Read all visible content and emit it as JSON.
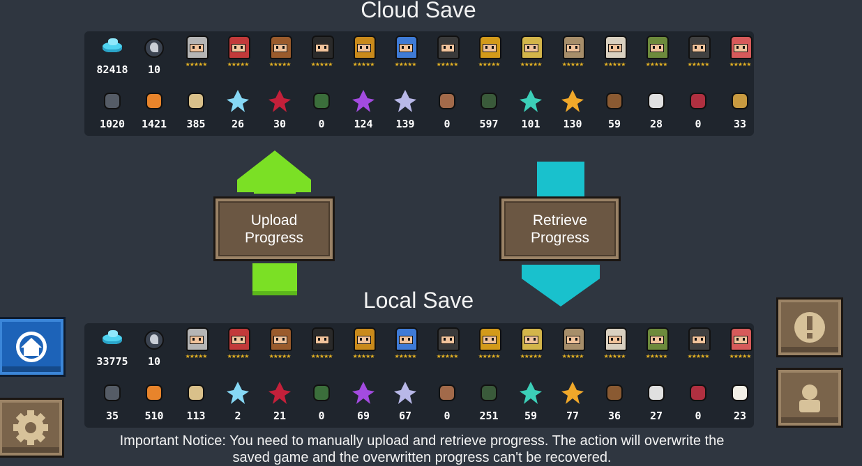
{
  "cloud_title": "Cloud Save",
  "local_title": "Local Save",
  "upload_label_1": "Upload",
  "upload_label_2": "Progress",
  "retrieve_label_1": "Retrieve",
  "retrieve_label_2": "Progress",
  "notice_line_1": "Important Notice: You need to manually upload and retrieve progress. The action will overwrite the",
  "notice_line_2": "saved game and the overwritten progress can't be recovered.",
  "stars_text": "★★★★★",
  "colors": {
    "upload_arrow": "#7be025",
    "retrieve_arrow": "#19c1cd",
    "panel": "#1f252d",
    "background": "#2f3640"
  },
  "heroes": [
    {
      "name": "knight",
      "helm": "#b5b5b5"
    },
    {
      "name": "rogue",
      "helm": "#c23a3a"
    },
    {
      "name": "wizard",
      "helm": "#9a5b2c"
    },
    {
      "name": "assassin",
      "helm": "#2a2a2a"
    },
    {
      "name": "engineer",
      "helm": "#c98a1b"
    },
    {
      "name": "alchemist",
      "helm": "#3f7bd6"
    },
    {
      "name": "vampire",
      "helm": "#3a3a3a"
    },
    {
      "name": "paladin",
      "helm": "#d39a1a"
    },
    {
      "name": "elf",
      "helm": "#d3b54a"
    },
    {
      "name": "werewolf",
      "helm": "#a78e6a"
    },
    {
      "name": "priest",
      "helm": "#d9d0c0"
    },
    {
      "name": "druid",
      "helm": "#6d8a3c"
    },
    {
      "name": "robot",
      "helm": "#404040"
    },
    {
      "name": "berserker",
      "helm": "#d65a5a"
    }
  ],
  "cloud": {
    "gems": "82418",
    "coins": "10",
    "materials": [
      "1020",
      "1421",
      "385",
      "26",
      "30",
      "0",
      "124",
      "139",
      "0",
      "597",
      "101",
      "130",
      "59",
      "28",
      "0",
      "33"
    ]
  },
  "local": {
    "gems": "33775",
    "coins": "10",
    "materials": [
      "35",
      "510",
      "113",
      "2",
      "21",
      "0",
      "69",
      "67",
      "0",
      "251",
      "59",
      "77",
      "36",
      "27",
      "0",
      "23"
    ]
  },
  "material_icons": [
    "ore-icon",
    "copper-icon",
    "wood-icon",
    "ice-crystal-icon",
    "red-crystal-icon",
    "device-icon",
    "purple-crystal-icon",
    "white-crystal-icon",
    "totem-icon",
    "battery-icon",
    "green-crystal-icon",
    "fire-crystal-icon",
    "cannon-icon",
    "chip-icon",
    "circuit-icon",
    "horn-icon"
  ],
  "local_last_icon": "sack-icon"
}
